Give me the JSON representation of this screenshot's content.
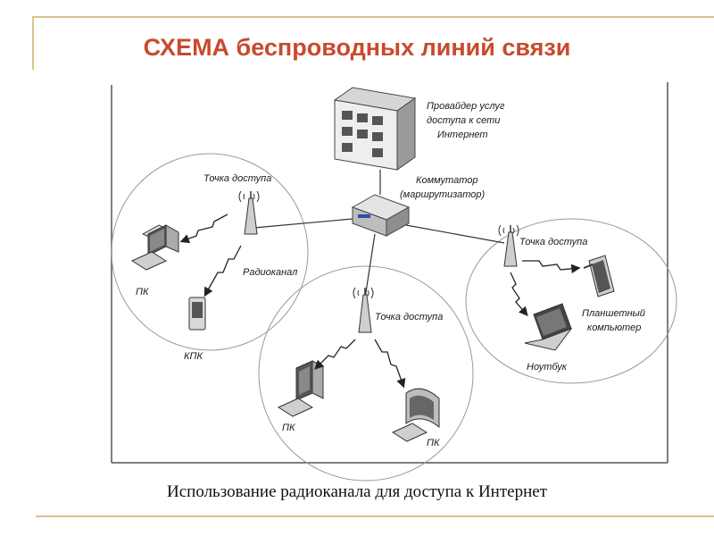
{
  "title": "СХЕМА беспроводных линий связи",
  "caption": "Использование радиоканала для доступа к Интернет",
  "labels": {
    "provider": [
      "Провайдер услуг",
      "доступа к сети",
      "Интернет"
    ],
    "switch": [
      "Коммутатор",
      "(маршрутизатор)"
    ],
    "ap_left": "Точка доступа",
    "ap_center": "Точка доступа",
    "ap_right": "Точка доступа",
    "radio_channel": "Радиоканал",
    "pc_left": "ПК",
    "pda": "КПК",
    "pc_center_left": "ПК",
    "pc_center_right": "ПК",
    "tablet": [
      "Планшетный",
      "компьютер"
    ],
    "laptop": "Ноутбук"
  },
  "colors": {
    "title": "#c84a2e",
    "frame": "#d9c391"
  }
}
